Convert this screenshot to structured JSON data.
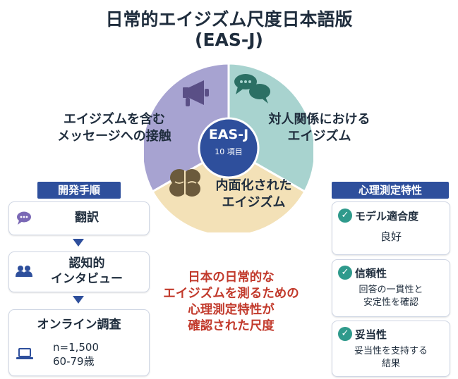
{
  "title_line1": "日常的エイジズム尺度日本語版",
  "title_line2": "(EAS-J)",
  "wheel": {
    "segments": [
      {
        "lines": [
          "エイジズムを含む",
          "メッセージへの接触"
        ],
        "icon": "megaphone-icon",
        "color": "#a7a3d1"
      },
      {
        "lines": [
          "対人関係における",
          "エイジズム"
        ],
        "icon": "speech-bubbles-icon",
        "color": "#a8d3cf"
      },
      {
        "lines": [
          "内面化された",
          "エイジズム"
        ],
        "icon": "brain-icon",
        "color": "#f3e1b7"
      }
    ],
    "center_title": "EAS-J",
    "center_sub": "10 項目",
    "center_color": "#2e4f9c"
  },
  "dev": {
    "header": "開発手順",
    "steps": [
      {
        "name": "翻訳",
        "icon": "chat-bubble-icon"
      },
      {
        "name_lines": [
          "認知的",
          "インタビュー"
        ],
        "icon": "people-icon"
      },
      {
        "name": "オンライン調査",
        "icon": "laptop-icon",
        "detail_lines": [
          "n=1,500",
          "60-79歳"
        ]
      }
    ]
  },
  "summary_lines": [
    "日本の日常的な",
    "エイジズムを測るための",
    "心理測定特性が",
    "確認された尺度"
  ],
  "props": {
    "header": "心理測定特性",
    "items": [
      {
        "title": "モデル適合度",
        "body_lines": [
          "良好"
        ],
        "icon": "check-icon"
      },
      {
        "title": "信頼性",
        "body_lines": [
          "回答の一貫性と",
          "安定性を確認"
        ],
        "icon": "check-icon"
      },
      {
        "title": "妥当性",
        "body_lines": [
          "妥当性を支持する",
          "結果"
        ],
        "icon": "check-icon"
      }
    ]
  },
  "colors": {
    "accent": "#2e4f9c",
    "highlight": "#c23a2c",
    "check": "#2f9a8c"
  }
}
